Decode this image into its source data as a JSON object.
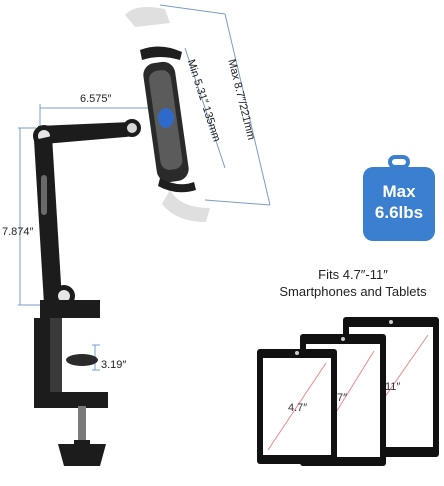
{
  "dimensions": {
    "width_label": "6.575″",
    "height_label": "7.874″",
    "min_label": "Min 5.31″ 135mm",
    "max_label": "Max 8.7″/221mm",
    "clamp_label": "3.19″"
  },
  "badge": {
    "line1": "Max",
    "line2": "6.6lbs",
    "color": "#3a7fd0"
  },
  "fits": {
    "line1": "Fits 4.7″-11″",
    "line2": "Smartphones and Tablets"
  },
  "devices": [
    {
      "label": "4.7″"
    },
    {
      "label": "7″"
    },
    {
      "label": "11″"
    }
  ],
  "colors": {
    "dimension_line": "#7a9cc6",
    "arm": "#1c1c1c",
    "diagonal": "#e58b8b"
  }
}
